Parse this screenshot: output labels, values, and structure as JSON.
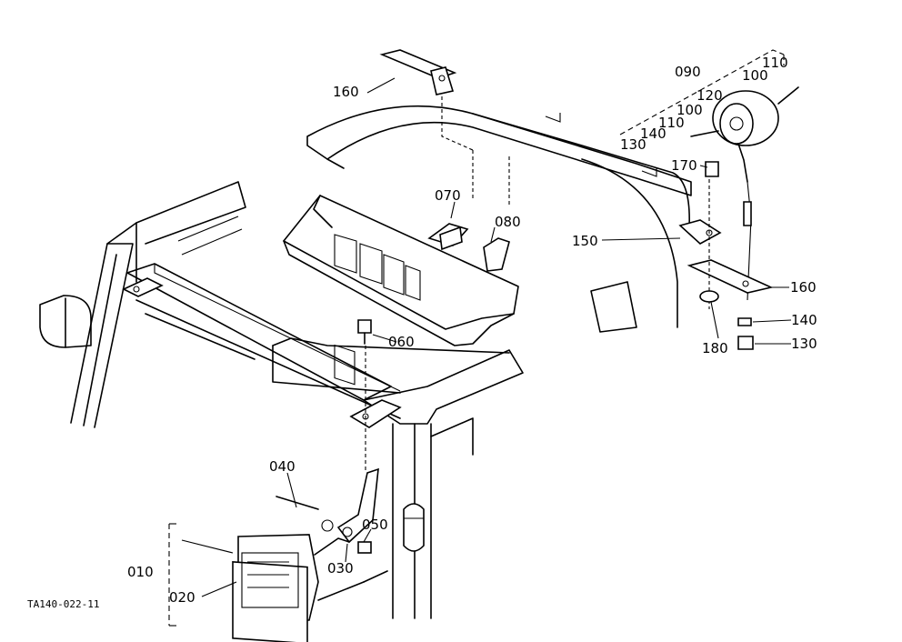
{
  "drawing_code": "TA140-022-11",
  "part_labels": {
    "p010": "010",
    "p020": "020",
    "p030": "030",
    "p040": "040",
    "p050": "050",
    "p060": "060",
    "p070": "070",
    "p080": "080",
    "p090": "090",
    "p100a": "100",
    "p100b": "100",
    "p110a": "110",
    "p110b": "110",
    "p120": "120",
    "p130a": "130",
    "p130b": "130",
    "p140a": "140",
    "p140b": "140",
    "p150": "150",
    "p160a": "160",
    "p160b": "160",
    "p170": "170",
    "p180": "180"
  }
}
